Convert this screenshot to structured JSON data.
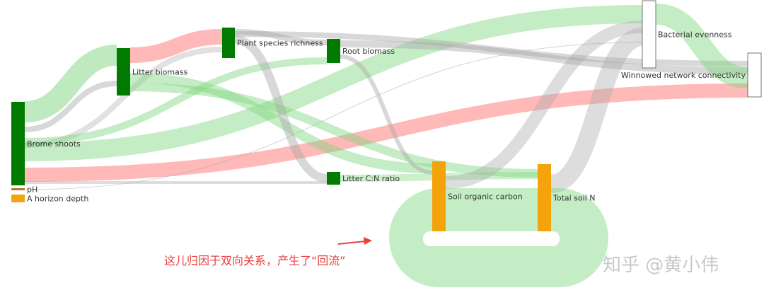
{
  "nodes": [
    {
      "id": "brome",
      "label": "Brome shoots",
      "color": "#007a00"
    },
    {
      "id": "ph",
      "label": "pH",
      "color": "#b07a2a"
    },
    {
      "id": "ahorizon",
      "label": "A horizon depth",
      "color": "#f5a30a"
    },
    {
      "id": "litter",
      "label": "Litter biomass",
      "color": "#007a00"
    },
    {
      "id": "plant",
      "label": "Plant species richness",
      "color": "#007a00"
    },
    {
      "id": "root",
      "label": "Root biomass",
      "color": "#007a00"
    },
    {
      "id": "litcn",
      "label": "Litter C:N ratio",
      "color": "#007a00"
    },
    {
      "id": "soc",
      "label": "Soil organic carbon",
      "color": "#f5a30a"
    },
    {
      "id": "tsn",
      "label": "Total soil N",
      "color": "#f5a30a"
    },
    {
      "id": "bact",
      "label": "Bacterial evenness",
      "color": "#ffffff"
    },
    {
      "id": "winn",
      "label": "Winnowed network connectivity",
      "color": "#ffffff"
    }
  ],
  "link_colors": {
    "positive": "#7fd67f",
    "negative": "#ff8080",
    "neutral": "#a9a9a9"
  },
  "annotation": {
    "text": "这儿归因于双向关系，产生了“回流”",
    "color": "#e8403f"
  },
  "watermark": {
    "text": "知乎 @黄小伟"
  }
}
